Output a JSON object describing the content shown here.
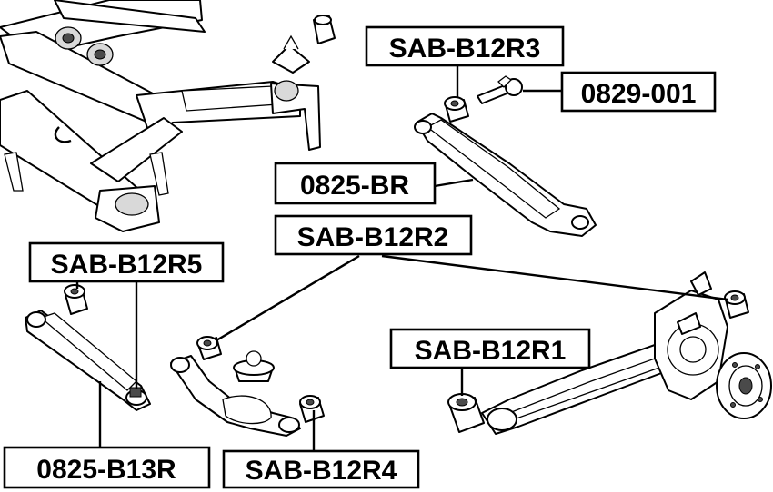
{
  "colors": {
    "ink": "#000000",
    "paper": "#ffffff",
    "shade": "#d9d9d9"
  },
  "labels": {
    "sab_b12r3": "SAB-B12R3",
    "p0829_001": "0829-001",
    "p0825_br": "0825-BR",
    "sab_b12r2": "SAB-B12R2",
    "sab_b12r5": "SAB-B12R5",
    "sab_b12r1": "SAB-B12R1",
    "p0825_b13r": "0825-B13R",
    "sab_b12r4": "SAB-B12R4"
  },
  "parts": {
    "subframe": "rear-subframe-icon",
    "bushing_top": "bushing-icon",
    "bolt": "cam-bolt-icon",
    "upper_arm": "control-arm-icon",
    "lateral_link": "lateral-link-icon",
    "lower_arm": "lower-arm-icon",
    "knuckle": "knuckle-hub-icon"
  }
}
